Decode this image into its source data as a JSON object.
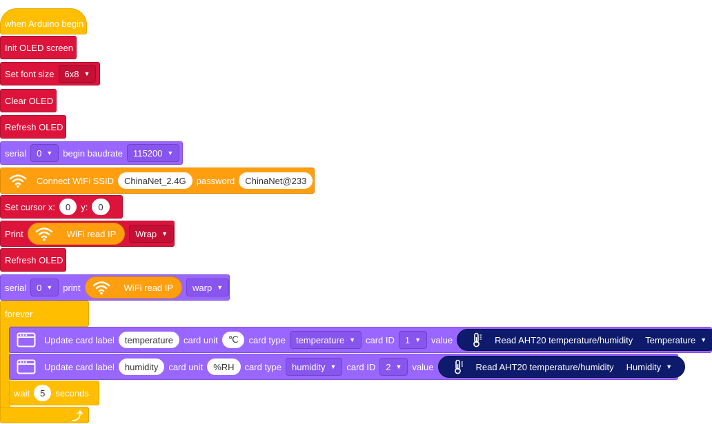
{
  "hat": {
    "label": "when Arduino begin"
  },
  "init_oled": {
    "label": "Init OLED screen"
  },
  "font_size": {
    "label": "Set font size",
    "value": "6x8"
  },
  "clear_oled": {
    "label": "Clear OLED"
  },
  "refresh1": {
    "label": "Refresh OLED"
  },
  "serial_begin": {
    "label": "serial",
    "port": "0",
    "label2": "begin baudrate",
    "baud": "115200"
  },
  "wifi_connect": {
    "label": "Connect WiFi SSID",
    "ssid": "ChinaNet_2.4G",
    "label2": "password",
    "password": "ChinaNet@233"
  },
  "cursor": {
    "label": "Set cursor x:",
    "x": "0",
    "label_y": "y:",
    "y": "0"
  },
  "print_block": {
    "label": "Print",
    "reporter": "WiFi read IP",
    "mode": "Wrap"
  },
  "refresh2": {
    "label": "Refresh OLED"
  },
  "serial_print": {
    "label": "serial",
    "port": "0",
    "label2": "print",
    "reporter": "WiFi read IP",
    "mode": "warp"
  },
  "forever": {
    "label": "forever"
  },
  "card1": {
    "label": "Update card label",
    "name": "temperature",
    "unit_label": "card unit",
    "unit": "℃",
    "type_label": "card type",
    "type": "temperature",
    "id_label": "card ID",
    "id": "1",
    "value_label": "value",
    "sensor": "Read AHT20 temperature/humidity",
    "reading": "Temperature"
  },
  "card2": {
    "label": "Update card label",
    "name": "humidity",
    "unit_label": "card unit",
    "unit": "%RH",
    "type_label": "card type",
    "type": "humidity",
    "id_label": "card ID",
    "id": "2",
    "value_label": "value",
    "sensor": "Read AHT20 temperature/humidity",
    "reading": "Humidity"
  },
  "wait": {
    "label": "wait",
    "value": "5",
    "unit": "seconds"
  },
  "colors": {
    "oled": "#dc143c",
    "serial": "#9966ff",
    "wifi": "#ff9f10",
    "control": "#ffbf00",
    "sensor": "#0e1a6b"
  }
}
